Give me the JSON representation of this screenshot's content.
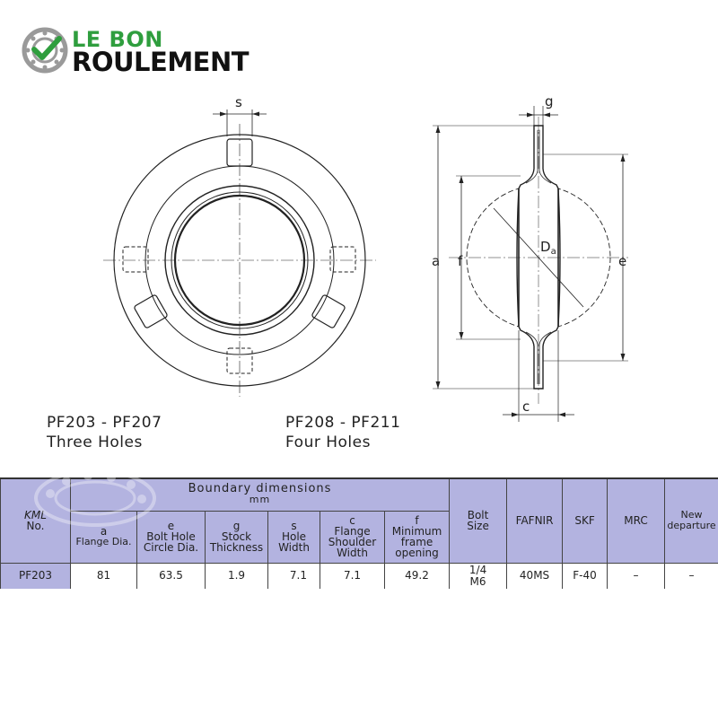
{
  "logo": {
    "line1": "LE BON",
    "line2": "ROULEMENT",
    "icon": "bearing-check-icon",
    "colors": {
      "green": "#2f9e3e",
      "dark": "#111111",
      "gray": "#9a9a9a"
    }
  },
  "drawing": {
    "labels": {
      "s": "s",
      "g": "g",
      "a": "a",
      "f": "f",
      "e": "e",
      "c": "c",
      "da_main": "D",
      "da_sub": "a"
    }
  },
  "captions": {
    "left": {
      "models": "PF203 - PF207",
      "holes": "Three Holes"
    },
    "right": {
      "models": "PF208 - PF211",
      "holes": "Four Holes"
    }
  },
  "table": {
    "header_color": "#b3b3e0",
    "group_line1": "Boundary  dimensions",
    "group_line2": "mm",
    "kml_line1": "KML",
    "kml_line2": "No.",
    "cols": {
      "a": {
        "letter": "a",
        "desc": "Flange Dia."
      },
      "e": {
        "letter": "e",
        "desc1": "Bolt Hole",
        "desc2": "Circle Dia."
      },
      "g": {
        "letter": "g",
        "desc1": "Stock",
        "desc2": "Thickness"
      },
      "s": {
        "letter": "s",
        "desc1": "Hole",
        "desc2": "Width"
      },
      "c": {
        "letter": "c",
        "desc1": "Flange",
        "desc2": "Shoulder",
        "desc3": "Width"
      },
      "f": {
        "letter": "f",
        "desc1": "Minimum",
        "desc2": "frame",
        "desc3": "opening"
      }
    },
    "bolt_line1": "Bolt",
    "bolt_line2": "Size",
    "fafnir": "FAFNIR",
    "skf": "SKF",
    "mrc": "MRC",
    "new_line1": "New",
    "new_line2": "departure",
    "row": {
      "kml": "PF203",
      "a": "81",
      "e": "63.5",
      "g": "1.9",
      "s": "7.1",
      "c": "7.1",
      "f": "49.2",
      "bolt_line1": "1/4",
      "bolt_line2": "M6",
      "fafnir": "40MS",
      "skf": "F-40",
      "mrc": "–",
      "new": "–"
    }
  }
}
